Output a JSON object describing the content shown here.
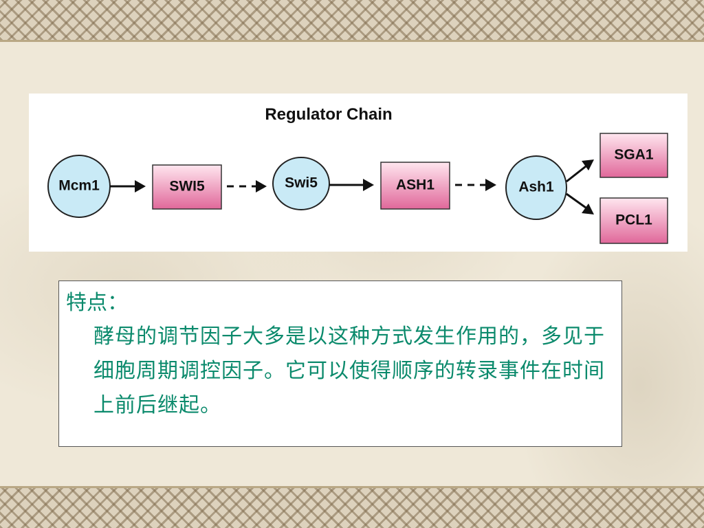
{
  "diagram": {
    "title": "Regulator Chain",
    "nodes": {
      "mcm1": "Mcm1",
      "swi5_gene": "SWI5",
      "swi5_protein": "Swi5",
      "ash1_gene": "ASH1",
      "ash1_protein": "Ash1",
      "sga1": "SGA1",
      "pcl1": "PCL1"
    },
    "colors": {
      "protein_fill": "#c9eaf6",
      "gene_fill_top": "#ffe6ef",
      "gene_fill_bottom": "#e0689a"
    }
  },
  "notes": {
    "heading": "特点：",
    "body": "酵母的调节因子大多是以这种方式发生作用的，多见于细胞周期调控因子。它可以使得顺序的转录事件在时间上前后继起。",
    "text_color": "#0b8a6c"
  }
}
